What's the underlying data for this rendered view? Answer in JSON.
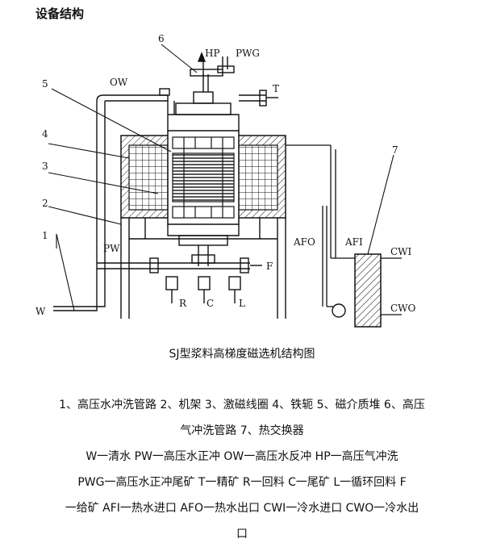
{
  "heading": "设备结构",
  "caption": "SJ型浆料高梯度磁选机结构图",
  "legend_lines": [
    "1、高压水冲洗管路 2、机架 3、激磁线圈 4、铁轭 5、磁介质堆 6、高压",
    "气冲洗管路 7、热交换器",
    "W一清水 PW一高压水正冲 OW一高压水反冲 HP一高压气冲洗",
    "PWG一高压水正冲尾矿 T一精矿 R一回料 C一尾矿 L一循环回料 F",
    "一给矿 AFI一热水进口 AFO一热水出口 CWI一冷水进口 CWO一冷水出",
    "口"
  ],
  "labels": {
    "n1": "1",
    "n2": "2",
    "n3": "3",
    "n4": "4",
    "n5": "5",
    "n6": "6",
    "n7": "7",
    "HP": "HP",
    "PWG": "PWG",
    "OW": "OW",
    "T": "T",
    "PW": "PW",
    "F": "F",
    "W": "W",
    "R": "R",
    "C": "C",
    "L": "L",
    "AFO": "AFO",
    "AFI": "AFI",
    "CWI": "CWI",
    "CWO": "CWO"
  }
}
